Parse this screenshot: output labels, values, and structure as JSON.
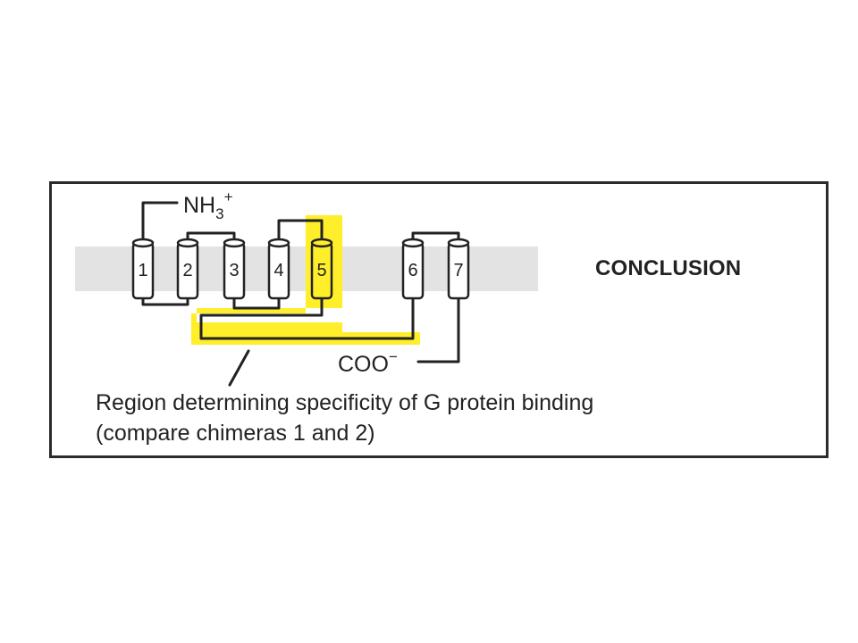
{
  "figure": {
    "nh3_label": "NH",
    "nh3_sub": "3",
    "nh3_sup": "+",
    "coo_label": "COO",
    "coo_sup": "−",
    "conclusion": "CONCLUSION",
    "caption_line1": "Region determining specificity of G protein binding",
    "caption_line2": "(compare chimeras 1 and 2)",
    "helices": [
      {
        "number": "1",
        "highlighted": false
      },
      {
        "number": "2",
        "highlighted": false
      },
      {
        "number": "3",
        "highlighted": false
      },
      {
        "number": "4",
        "highlighted": false
      },
      {
        "number": "5",
        "highlighted": true
      },
      {
        "number": "6",
        "highlighted": false
      },
      {
        "number": "7",
        "highlighted": false
      }
    ]
  },
  "colors": {
    "membrane": "#e3e3e3",
    "highlight": "#ffee2a",
    "line": "#222222"
  }
}
